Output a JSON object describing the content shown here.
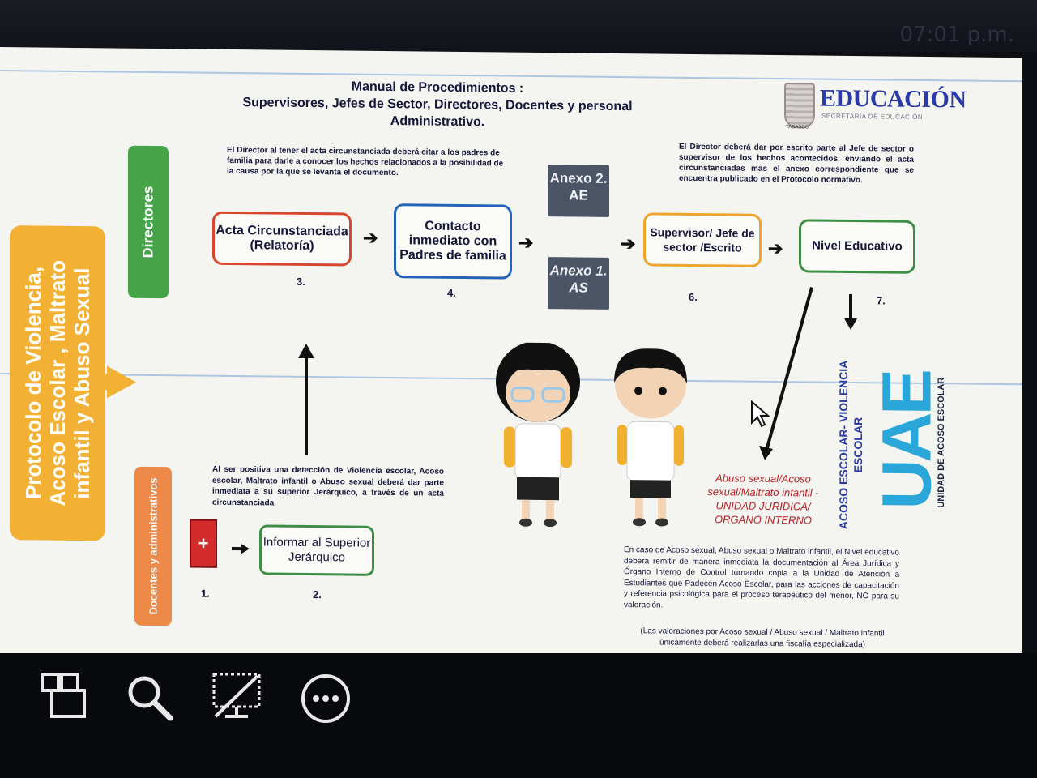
{
  "clock": "07:01 p.m.",
  "title": {
    "line1": "Manual de Procedimientos :",
    "line2": "Supervisores, Jefes de Sector, Directores, Docentes y personal",
    "line3": "Administrativo."
  },
  "logo": {
    "word": "EDUCACIÓN",
    "sub": "SECRETARÍA DE EDUCACIÓN",
    "state": "TABASCO"
  },
  "side": {
    "protocol": "Protocolo de Violencia, Acoso Escolar , Maltrato infantil y Abuso Sexual",
    "directores": "Directores",
    "docentes": "Docentes y administrativos"
  },
  "notes": {
    "director_acta": "El Director al tener el acta circunstanciada deberá citar a los padres de familia para darle a conocer los hechos relacionados a la posibilidad de la causa por la que se levanta el documento.",
    "director_escrito": "El Director deberá dar por escrito parte al Jefe de sector o supervisor de los hechos acontecidos, enviando el acta circunstanciadas mas el anexo correspondiente que se encuentra publicado en el Protocolo normativo.",
    "deteccion": "Al ser positiva una detección de Violencia escolar, Acoso escolar, Maltrato infantil o Abuso sexual deberá dar parte inmediata a su superior Jerárquico, a través de un acta circunstanciada",
    "abuso_red": "Abuso sexual/Acoso sexual/Maltrato infantil - UNIDAD JURIDICA/ ORGANO INTERNO",
    "nivel_remitir": "En caso de Acoso sexual, Abuso sexual o Maltrato infantil, el Nivel educativo deberá remitir de manera inmediata la documentación al Área Jurídica y Órgano Interno de Control turnando copia a la Unidad de Atención a Estudiantes que Padecen Acoso Escolar, para las acciones de capacitación y referencia psicológica para el proceso terapéutico del menor, NO para su valoración.",
    "valoraciones": "(Las valoraciones por Acoso sexual / Abuso sexual / Maltrato infantil únicamente deberá realizarlas una fiscalía especializada)"
  },
  "nodes": {
    "acta": "Acta Circunstanciada (Relatoría)",
    "contacto": "Contacto inmediato con Padres de familia",
    "supervisor": "Supervisor/ Jefe de sector /Escrito",
    "nivel": "Nivel Educativo",
    "informar": "Informar al Superior Jerárquico"
  },
  "anexos": {
    "ae": "Anexo 2. AE",
    "as": "Anexo 1. AS"
  },
  "steps": {
    "s1": "1.",
    "s2": "2.",
    "s3": "3.",
    "s4": "4.",
    "s6": "6.",
    "s7": "7."
  },
  "uae": {
    "word": "UAE",
    "unit": "UNIDAD DE ACOSO ESCOLAR",
    "acoso": "ACOSO ESCOLAR- VIOLENCIA ESCOLAR"
  },
  "colors": {
    "orange": "#f2b134",
    "green": "#44a447",
    "coral": "#ee8a49",
    "red": "#d7472f",
    "blue": "#2364b8",
    "uae": "#2aa7d8"
  }
}
